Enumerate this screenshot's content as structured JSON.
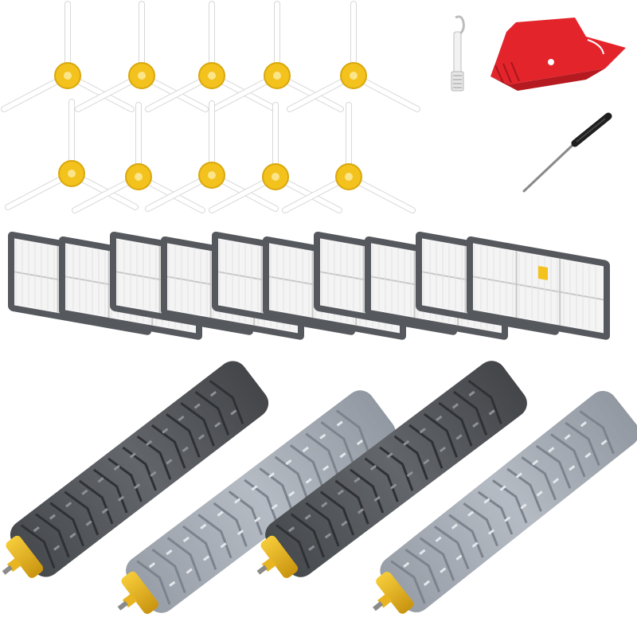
{
  "image": {
    "kind": "product-photo",
    "background": "#ffffff",
    "items": {
      "side_brushes": {
        "count": 10,
        "hub_color": "#f3c21c",
        "arm_color": "#ffffff"
      },
      "hepa_filters": {
        "count": 10,
        "frame_color": "#55585d",
        "media_color": "#f4f4f4",
        "tab_color": "#f3c21c"
      },
      "rollers": {
        "count": 4,
        "colors": [
          "#55585c",
          "#a9afb7",
          "#55585c",
          "#a9afb7"
        ],
        "end_cap_color": "#e9b422"
      },
      "cleaning_brush": {
        "color": "#f2f2f2"
      },
      "cleaning_tool": {
        "color": "#e3242b"
      },
      "screwdriver": {
        "color": "#1e1e1e"
      }
    }
  }
}
